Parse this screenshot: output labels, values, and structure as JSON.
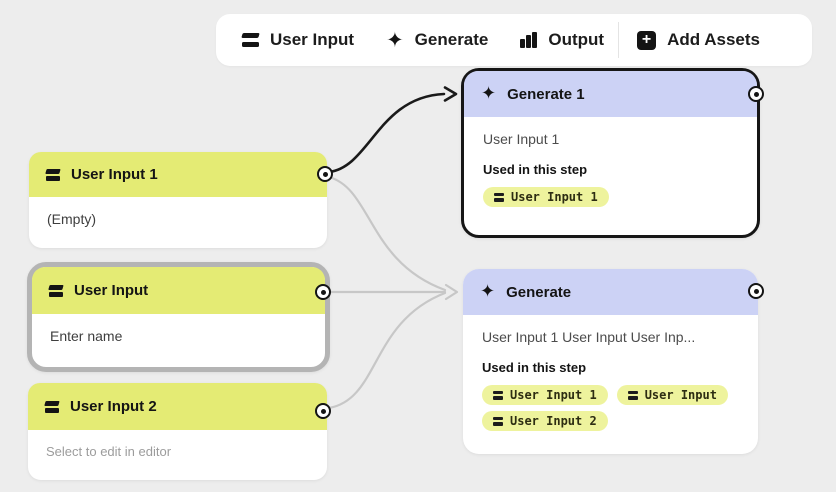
{
  "toolbar": {
    "user_input_label": "User Input",
    "generate_label": "Generate",
    "output_label": "Output",
    "add_assets_label": "Add Assets"
  },
  "icons": {
    "sparkle_glyph": "✦",
    "plus_glyph": "+"
  },
  "nodes": {
    "user_input_1": {
      "title": "User Input 1",
      "body": "(Empty)"
    },
    "user_input": {
      "title": "User Input",
      "body": "Enter name",
      "state": "selected"
    },
    "user_input_2": {
      "title": "User Input 2",
      "body": "Select to edit in editor"
    },
    "generate_1": {
      "title": "Generate 1",
      "body": "User Input 1",
      "used_label": "Used in this step",
      "tags": [
        "User Input 1"
      ]
    },
    "generate": {
      "title": "Generate",
      "body": "User Input 1 User Input User Inp...",
      "used_label": "Used in this step",
      "tags": [
        "User Input 1",
        "User Input",
        "User Input 2"
      ]
    }
  },
  "colors": {
    "canvas_bg": "#ededed",
    "node_header_yellow": "#e4eb74",
    "tag_yellow": "#eef39d",
    "generate_header_lavender": "#ccd2f5",
    "selected_border_gray": "#b4b4b4",
    "active_border_black": "#161616",
    "edge_gray": "#c7c7c7",
    "edge_black": "#1a1a1a"
  }
}
